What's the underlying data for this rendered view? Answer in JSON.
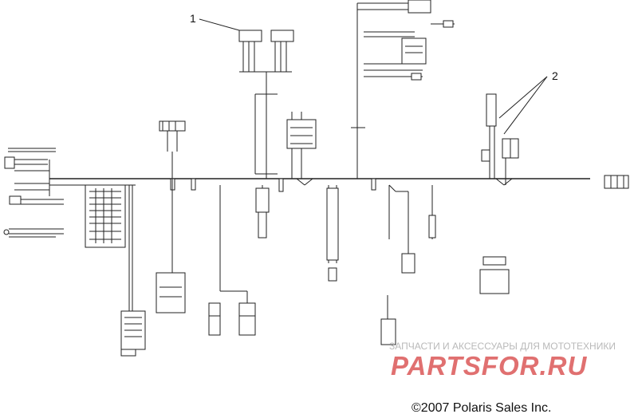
{
  "callouts": [
    "1",
    "2"
  ],
  "watermark": {
    "tagline": "ЗАПЧАСТИ И АКСЕССУАРЫ ДЛЯ МОТОТЕХНИКИ",
    "logo": "PARTSFOR.RU"
  },
  "copyright": "©2007 Polaris Sales Inc."
}
